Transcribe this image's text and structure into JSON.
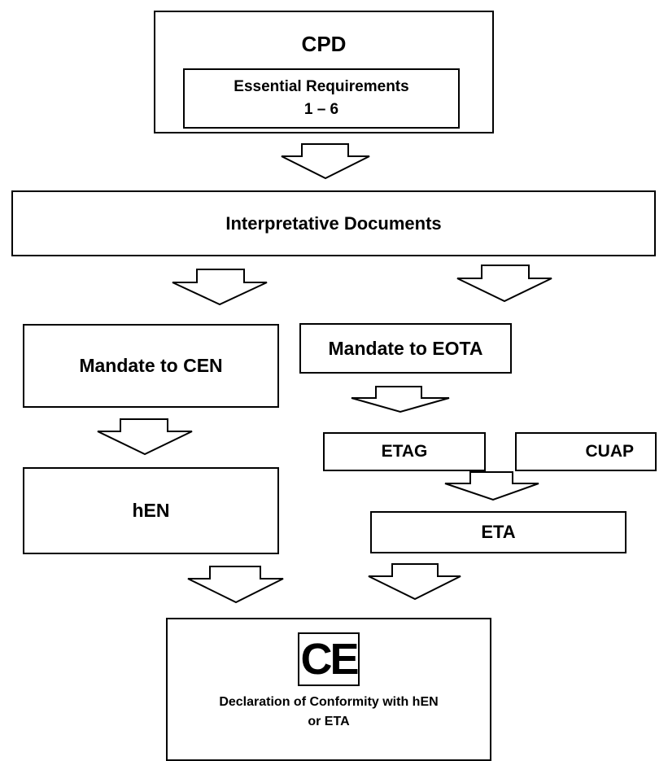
{
  "cpd": {
    "title": "CPD",
    "essential_requirements": {
      "line1": "Essential Requirements",
      "line2": "1 – 6"
    }
  },
  "interpretative_documents": "Interpretative Documents",
  "mandate_cen": "Mandate to CEN",
  "mandate_eota": "Mandate to EOTA",
  "etag": "ETAG",
  "cuap": "CUAP",
  "hen": "hEN",
  "eta": "ETA",
  "declaration": {
    "ce_mark": "CE",
    "line1": "Declaration of Conformity with hEN",
    "line2": "or ETA"
  }
}
